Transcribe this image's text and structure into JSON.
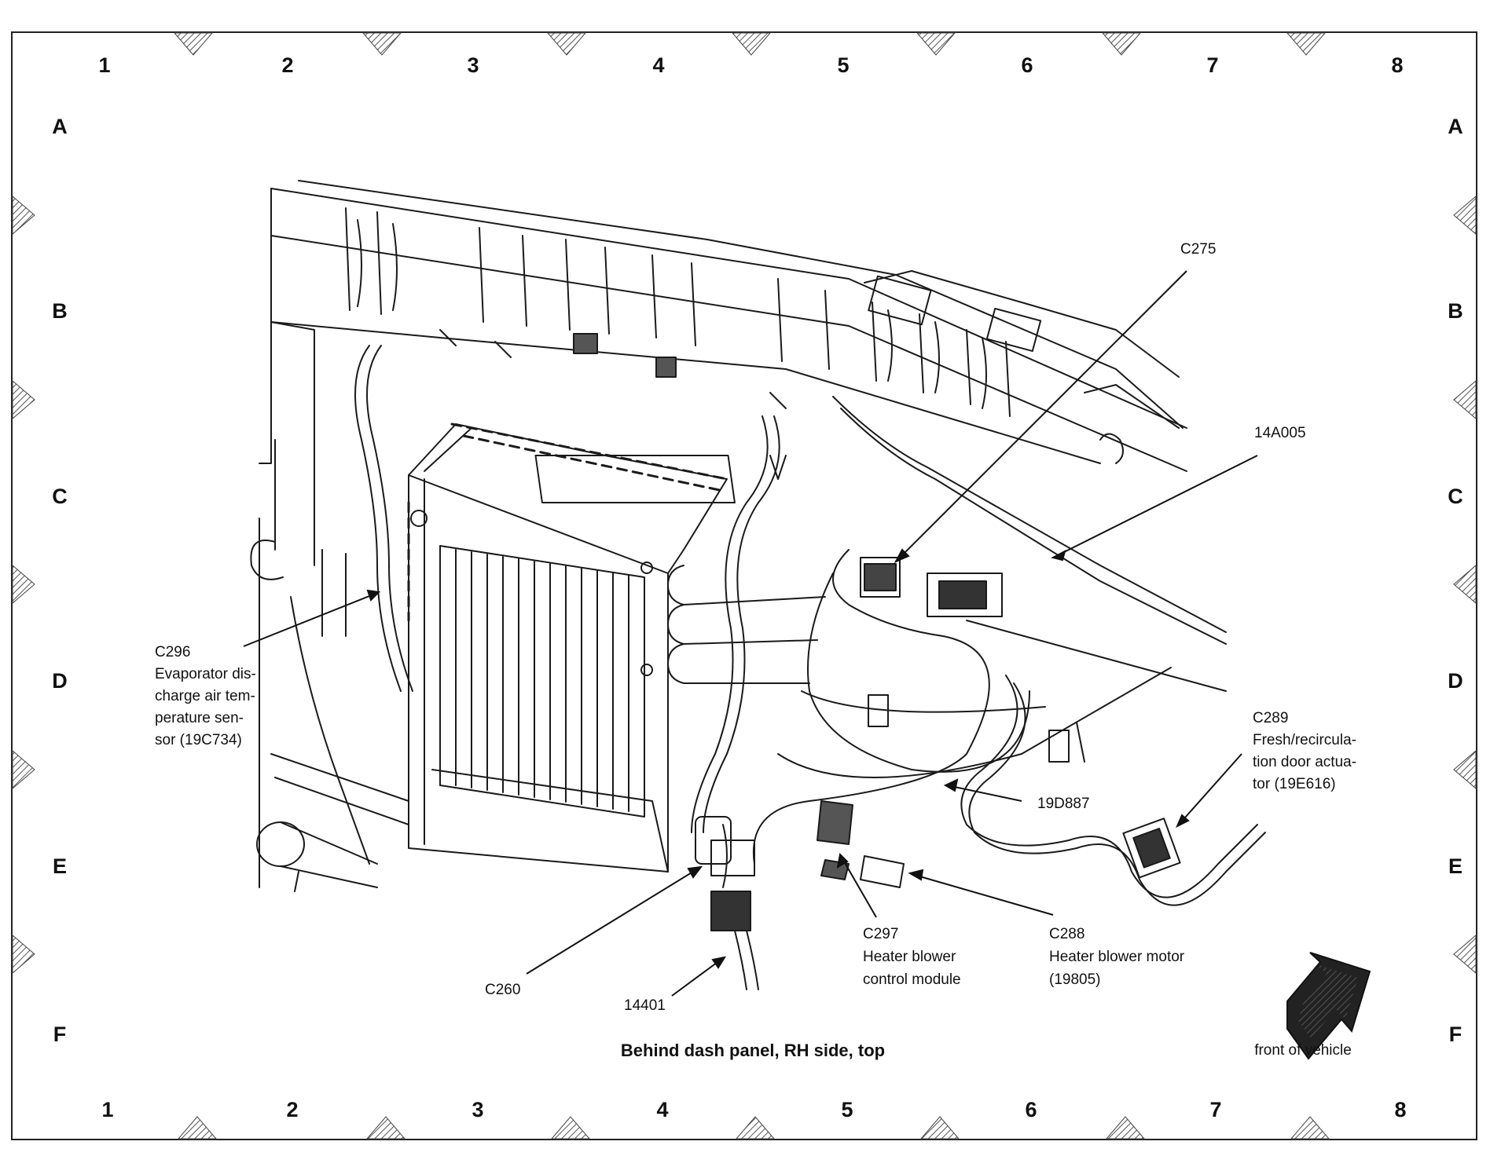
{
  "caption": "Behind dash panel, RH side, top",
  "grid": {
    "columns": [
      "1",
      "2",
      "3",
      "4",
      "5",
      "6",
      "7",
      "8"
    ],
    "rows": [
      "A",
      "B",
      "C",
      "D",
      "E",
      "F"
    ]
  },
  "front_label": "front of vehicle",
  "callouts": {
    "c275": "C275",
    "h14a005": "14A005",
    "c296": {
      "id": "C296",
      "lines": [
        "Evaporator dis-",
        "charge air tem-",
        "perature sen-",
        "sor (19C734)"
      ]
    },
    "c289": {
      "id": "C289",
      "lines": [
        "Fresh/recircula-",
        "tion door actua-",
        "tor (19E616)"
      ]
    },
    "h19d887": "19D887",
    "c297": {
      "id": "C297",
      "lines": [
        "Heater blower",
        "control module"
      ]
    },
    "c288": {
      "id": "C288",
      "lines": [
        "Heater blower motor",
        "(19805)"
      ]
    },
    "c260": "C260",
    "h14401": "14401"
  },
  "colors": {
    "ink": "#111111",
    "marker": "#555555"
  }
}
